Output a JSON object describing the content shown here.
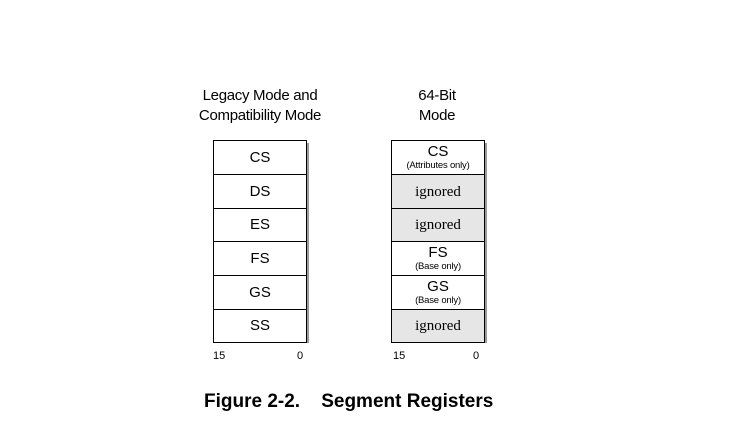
{
  "left_column": {
    "heading_line1": "Legacy Mode and",
    "heading_line2": "Compatibility Mode",
    "registers": [
      "CS",
      "DS",
      "ES",
      "FS",
      "GS",
      "SS"
    ],
    "bit_high": "15",
    "bit_low": "0"
  },
  "right_column": {
    "heading_line1": "64-Bit",
    "heading_line2": "Mode",
    "registers": [
      {
        "name": "CS",
        "note": "(Attributes only)",
        "ignored": false
      },
      {
        "name": "ignored",
        "note": "",
        "ignored": true
      },
      {
        "name": "ignored",
        "note": "",
        "ignored": true
      },
      {
        "name": "FS",
        "note": "(Base only)",
        "ignored": false
      },
      {
        "name": "GS",
        "note": "(Base only)",
        "ignored": false
      },
      {
        "name": "ignored",
        "note": "",
        "ignored": true
      }
    ],
    "bit_high": "15",
    "bit_low": "0"
  },
  "caption": {
    "figure": "Figure 2-2.",
    "title": "Segment Registers"
  },
  "colors": {
    "ignored_fill": "#e6e6e6",
    "border": "#000000",
    "shadow": "#9a9a9a"
  }
}
